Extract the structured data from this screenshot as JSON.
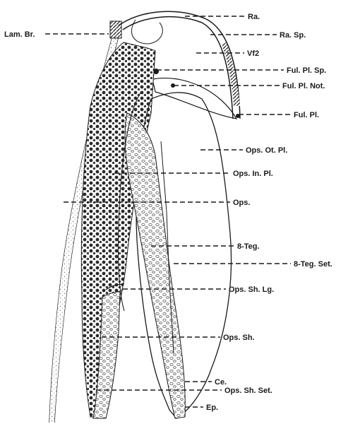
{
  "labels": {
    "ra": "Ra.",
    "lam_br": "Lam. Br.",
    "ra_sp": "Ra. Sp.",
    "vf2": "Vf2",
    "ful_pl_sp": "Ful. Pl. Sp.",
    "ful_pl_not": "Ful. Pl. Not.",
    "ful_pl": "Ful. Pl.",
    "ops_ot_pl": "Ops. Ot. Pl.",
    "ops_in_pl": "Ops. In. Pl.",
    "ops": "Ops.",
    "teg8": "8-Teg.",
    "teg8_set": "8-Teg. Set.",
    "ops_sh_lg": "Ops. Sh. Lg.",
    "ops_sh": "Ops. Sh.",
    "ce": "Ce.",
    "ops_sh_set": "Ops. Sh. Set.",
    "ep": "Ep."
  }
}
